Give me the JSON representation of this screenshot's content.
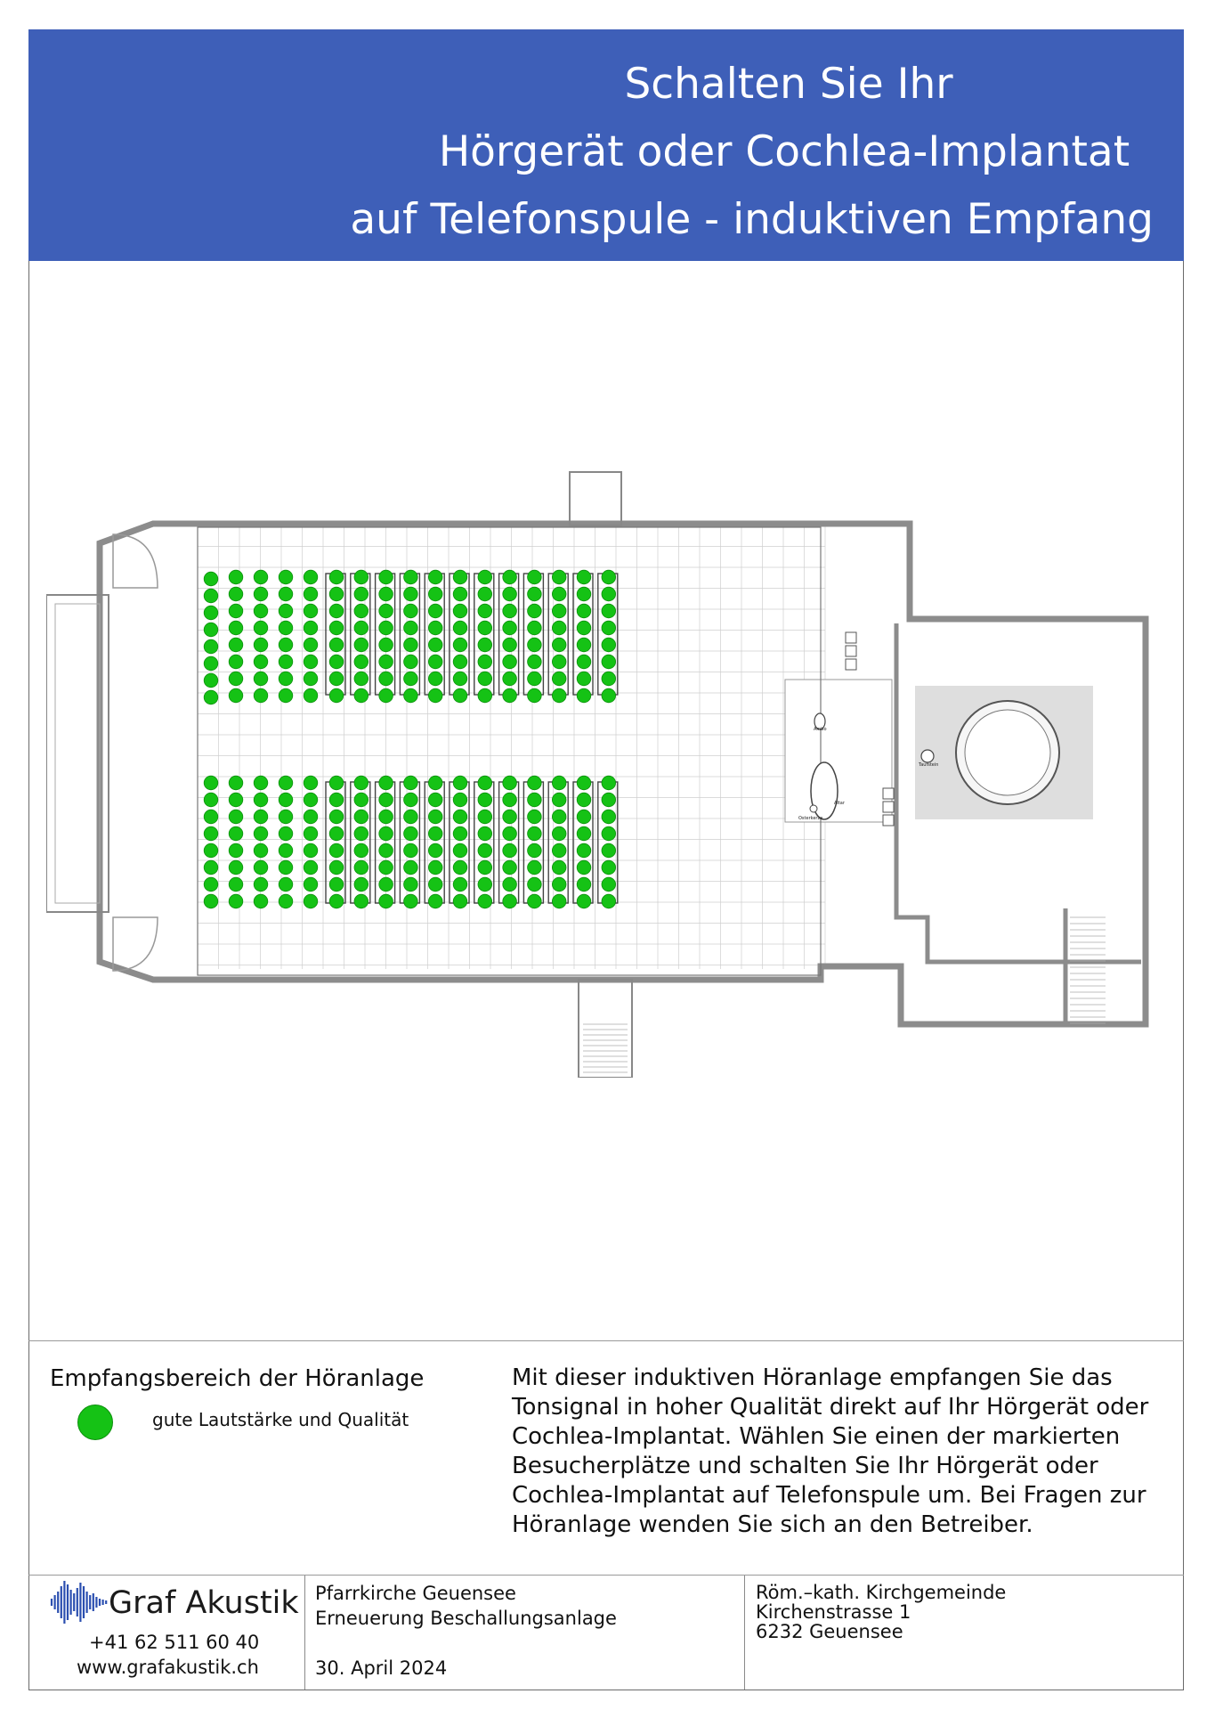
{
  "header": {
    "line1": "Schalten Sie Ihr",
    "line2": "Hörgerät oder Cochlea-Implantat",
    "line3": "auf Telefonspule - induktiven Empfang"
  },
  "plan_labels": {
    "taufstein": "Taufstein",
    "ambo": "Ambo",
    "altar": "Altar",
    "osterkerze": "Osterkerze"
  },
  "legend": {
    "title": "Empfangsbereich der Höranlage",
    "item_label": "gute Lautstärke und Qualität"
  },
  "description": [
    "Mit dieser induktiven Höranlage empfangen Sie das",
    "Tonsignal in hoher Qualität direkt auf Ihr Hörgerät oder",
    "Cochlea-Implantat. Wählen Sie einen der markierten",
    "Besucherplätze und schalten Sie Ihr Hörgerät oder",
    "Cochlea-Implantat auf Telefonspule um. Bei Fragen zur",
    "Höranlage wenden Sie sich an den Betreiber."
  ],
  "footer": {
    "company": "Graf Akustik",
    "phone": "+41 62 511 60 40",
    "website": "www.grafakustik.ch",
    "project_line1": "Pfarrkirche Geuensee",
    "project_line2": "Erneuerung Beschallungsanlage",
    "date": "30. April 2024",
    "client_line1": "Röm.–kath. Kirchgemeinde",
    "client_line2": "Kirchenstrasse 1",
    "client_line3": "6232 Geuensee"
  },
  "colors": {
    "banner": "#3e5fb8",
    "seat_dot": "#15c215",
    "wall": "#8c8c8c",
    "chancel_area": "#dedede"
  }
}
